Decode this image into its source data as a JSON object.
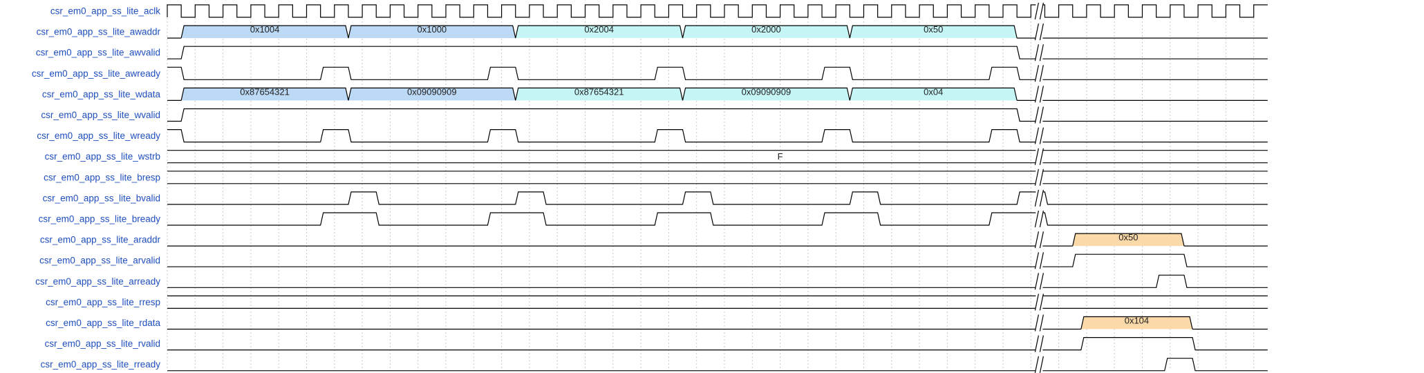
{
  "colors": {
    "label": "#1f4fbf",
    "line": "#000000",
    "grid": "#c8c8c8",
    "bus_blue": "#bcd9f5",
    "bus_cyan": "#c5f5f5",
    "bus_orange": "#fbd9a8"
  },
  "diagram": {
    "type": "timing-waveform",
    "break_at_cycle": 31.3,
    "total_cycles": 39.5,
    "signals": [
      {
        "id": "aclk",
        "name": "csr_em0_app_ss_lite_aclk",
        "kind": "clock"
      },
      {
        "id": "awaddr",
        "name": "csr_em0_app_ss_lite_awaddr",
        "kind": "bus",
        "segments": [
          {
            "start": 0.5,
            "end": 6.5,
            "label": "0x1004",
            "color": "#bcd9f5"
          },
          {
            "start": 6.5,
            "end": 12.5,
            "label": "0x1000",
            "color": "#bcd9f5"
          },
          {
            "start": 12.5,
            "end": 18.5,
            "label": "0x2004",
            "color": "#c5f5f5"
          },
          {
            "start": 18.5,
            "end": 24.5,
            "label": "0x2000",
            "color": "#c5f5f5"
          },
          {
            "start": 24.5,
            "end": 30.5,
            "label": "0x50",
            "color": "#c5f5f5"
          }
        ]
      },
      {
        "id": "awvalid",
        "name": "csr_em0_app_ss_lite_awvalid",
        "kind": "bit",
        "initial": 0,
        "edges": [
          0.5,
          30.5
        ]
      },
      {
        "id": "awready",
        "name": "csr_em0_app_ss_lite_awready",
        "kind": "bit",
        "initial": 1,
        "edges": [
          0.5,
          5.5,
          6.5,
          11.5,
          12.5,
          17.5,
          18.5,
          23.5,
          24.5,
          29.5,
          30.5
        ]
      },
      {
        "id": "wdata",
        "name": "csr_em0_app_ss_lite_wdata",
        "kind": "bus",
        "segments": [
          {
            "start": 0.5,
            "end": 6.5,
            "label": "0x87654321",
            "color": "#bcd9f5"
          },
          {
            "start": 6.5,
            "end": 12.5,
            "label": "0x09090909",
            "color": "#bcd9f5"
          },
          {
            "start": 12.5,
            "end": 18.5,
            "label": "0x87654321",
            "color": "#c5f5f5"
          },
          {
            "start": 18.5,
            "end": 24.5,
            "label": "0x09090909",
            "color": "#c5f5f5"
          },
          {
            "start": 24.5,
            "end": 30.5,
            "label": "0x04",
            "color": "#c5f5f5"
          }
        ]
      },
      {
        "id": "wvalid",
        "name": "csr_em0_app_ss_lite_wvalid",
        "kind": "bit",
        "initial": 0,
        "edges": [
          0.5,
          30.5
        ]
      },
      {
        "id": "wready",
        "name": "csr_em0_app_ss_lite_wready",
        "kind": "bit",
        "initial": 1,
        "edges": [
          0.5,
          5.5,
          6.5,
          11.5,
          12.5,
          17.5,
          18.5,
          23.5,
          24.5,
          29.5,
          30.5
        ]
      },
      {
        "id": "wstrb",
        "name": "csr_em0_app_ss_lite_wstrb",
        "kind": "const",
        "label": "F"
      },
      {
        "id": "bresp",
        "name": "csr_em0_app_ss_lite_bresp",
        "kind": "const",
        "label": ""
      },
      {
        "id": "bvalid",
        "name": "csr_em0_app_ss_lite_bvalid",
        "kind": "bit",
        "initial": 0,
        "edges": [
          6.5,
          7.5,
          12.5,
          13.5,
          18.5,
          19.5,
          24.5,
          25.5,
          30.5,
          31.5
        ]
      },
      {
        "id": "bready",
        "name": "csr_em0_app_ss_lite_bready",
        "kind": "bit",
        "initial": 0,
        "edges": [
          5.5,
          7.5,
          11.5,
          13.5,
          17.5,
          19.5,
          23.5,
          25.5,
          29.5,
          31.5
        ]
      },
      {
        "id": "araddr",
        "name": "csr_em0_app_ss_lite_araddr",
        "kind": "bus",
        "segments": [
          {
            "start": 32.5,
            "end": 36.5,
            "label": "0x50",
            "color": "#fbd9a8"
          }
        ]
      },
      {
        "id": "arvalid",
        "name": "csr_em0_app_ss_lite_arvalid",
        "kind": "bit",
        "initial": 0,
        "edges": [
          32.5,
          36.5
        ]
      },
      {
        "id": "arready",
        "name": "csr_em0_app_ss_lite_arready",
        "kind": "bit",
        "initial": 0,
        "edges": [
          35.5,
          36.5
        ]
      },
      {
        "id": "rresp",
        "name": "csr_em0_app_ss_lite_rresp",
        "kind": "const",
        "label": ""
      },
      {
        "id": "rdata",
        "name": "csr_em0_app_ss_lite_rdata",
        "kind": "bus",
        "segments": [
          {
            "start": 1.5,
            "end": 5.5,
            "label": "0x104",
            "color": "#fbd9a8",
            "after_break": true
          }
        ]
      },
      {
        "id": "rvalid",
        "name": "csr_em0_app_ss_lite_rvalid",
        "kind": "bit",
        "initial": 0,
        "after_break": true,
        "edges": [
          1.5,
          5.5
        ]
      },
      {
        "id": "rready",
        "name": "csr_em0_app_ss_lite_rready",
        "kind": "bit",
        "initial": 0,
        "after_break": true,
        "edges": [
          4.5,
          5.5
        ]
      }
    ]
  }
}
